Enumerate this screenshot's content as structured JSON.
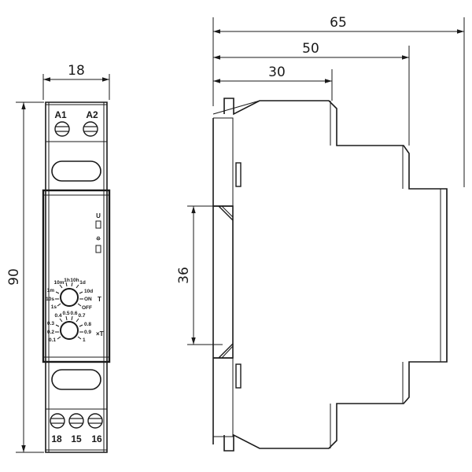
{
  "dimensions": {
    "front_width": "18",
    "front_height": "90",
    "side_total": "65",
    "side_mid": "50",
    "side_short": "30",
    "rail_height": "36"
  },
  "front": {
    "top_terminals": [
      "A1",
      "A2"
    ],
    "bottom_terminals": [
      "18",
      "15",
      "16"
    ],
    "led_labels": [
      "U",
      "⯐"
    ],
    "time_range_label": "T",
    "time_range_ticks": [
      "10m",
      "1h",
      "10h",
      "1d",
      "1m",
      "10d",
      "10s",
      "ON",
      "1s",
      "OFF"
    ],
    "multiplier_label": "×T",
    "multiplier_ticks": [
      "0.4",
      "0.5",
      "0.6",
      "0.7",
      "0.3",
      "0.8",
      "0.2",
      "0.9",
      "0.1",
      "1"
    ]
  },
  "colors": {
    "line": "#1a1a1a",
    "background": "#ffffff"
  }
}
